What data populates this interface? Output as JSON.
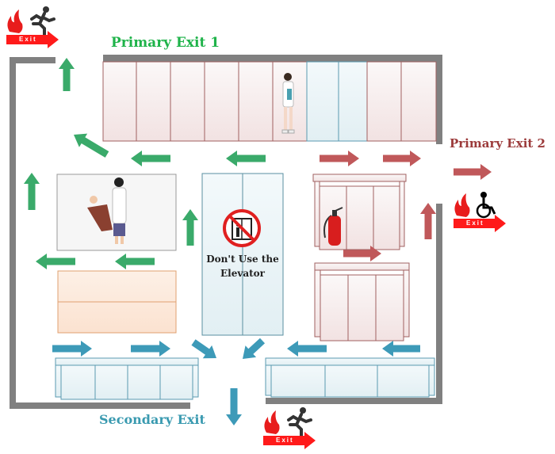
{
  "labels": {
    "primary_exit_1": "Primary Exit 1",
    "primary_exit_2": "Primary Exit 2",
    "secondary_exit": "Secondary Exit",
    "elevator_line1": "Don't Use the",
    "elevator_line2": "Elevator",
    "exit_sign": "Exit"
  },
  "colors": {
    "wall": "#808080",
    "green_route": "#3aaa6a",
    "red_route": "#c0585a",
    "blue_route": "#3d9ab8",
    "primary_exit_1_text": "#1fb34a",
    "primary_exit_2_text": "#9c3b3b",
    "secondary_exit_text": "#3a9ab0",
    "exit_sign": "#ff1a1a"
  },
  "icons": [
    "fire-icon",
    "running-man-icon",
    "wheelchair-icon",
    "fire-extinguisher-icon",
    "no-elevator-icon",
    "doctor-icon",
    "nurse-icon"
  ]
}
